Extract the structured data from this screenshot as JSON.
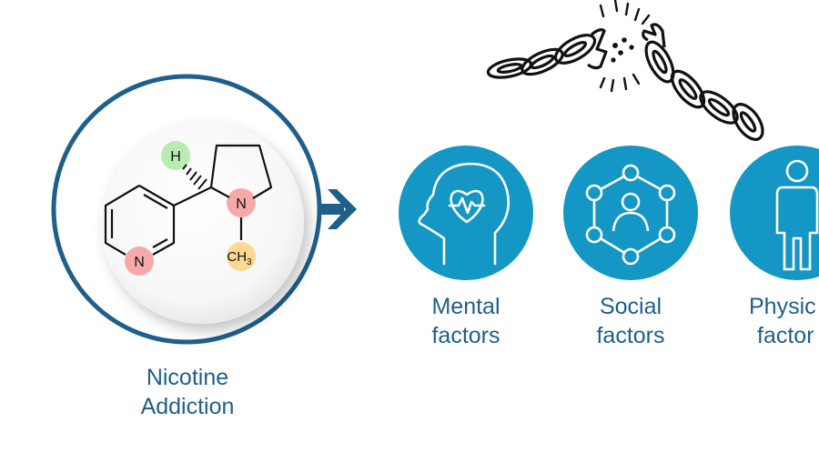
{
  "main": {
    "label": {
      "line1": "Nicotine",
      "line2": "Addiction"
    },
    "molecule_atoms": {
      "h": "H",
      "n_ring": "N",
      "n_pyrrolidine": "N",
      "ch3": "CH",
      "ch3_sub": "3"
    }
  },
  "factors": [
    {
      "line1": "Mental",
      "line2": "factors",
      "icon": "head-heart-icon"
    },
    {
      "line1": "Social",
      "line2": "factors",
      "icon": "network-person-icon"
    },
    {
      "line1": "Physic",
      "line2": "factor",
      "icon": "person-icon"
    }
  ],
  "colors": {
    "ring": "#1f5f8b",
    "icon_fill": "#1497c4",
    "text": "#1f5f8b",
    "h_highlight": "#b8ecb0",
    "n_highlight": "#f6a9a9",
    "ch3_highlight": "#fbd991"
  }
}
